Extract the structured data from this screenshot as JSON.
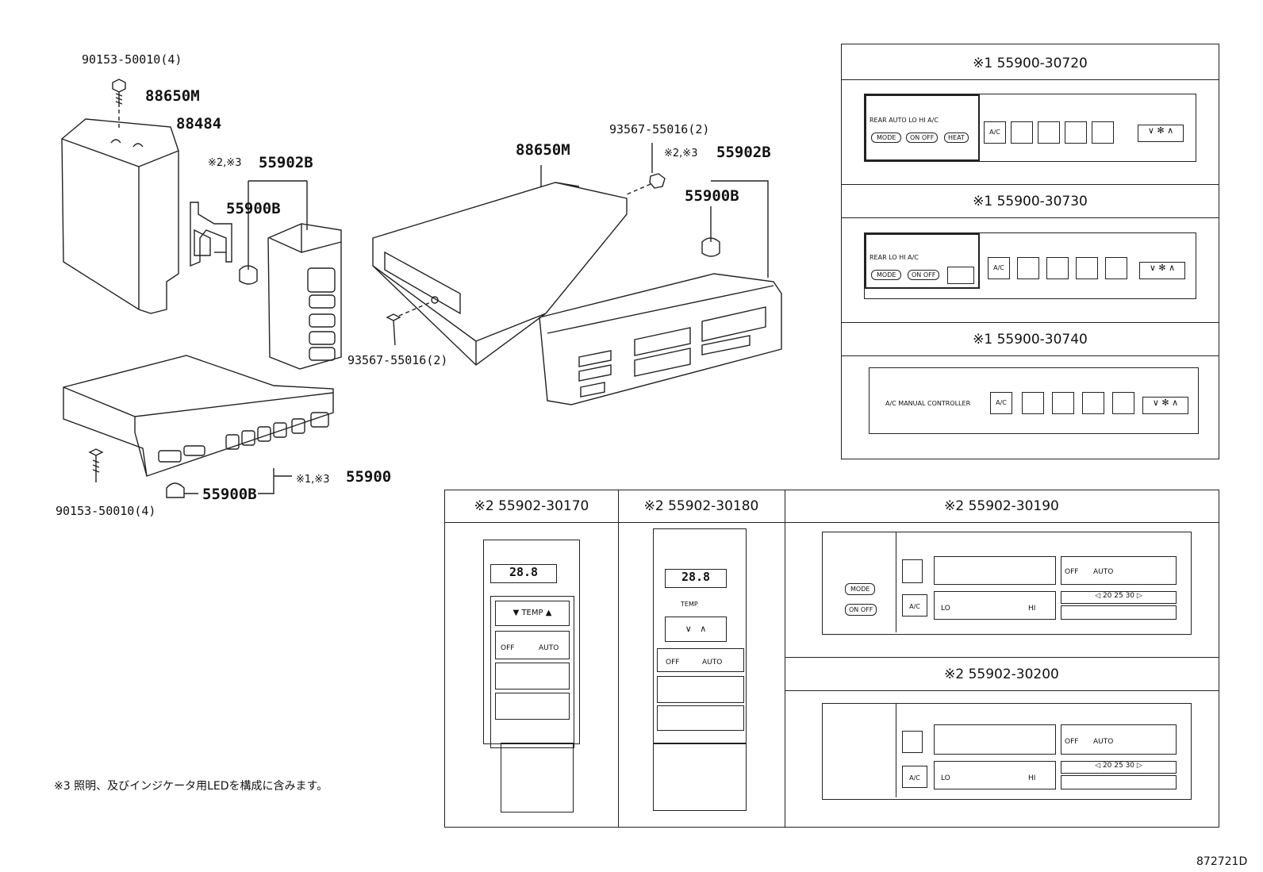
{
  "callouts": {
    "screw_top": "90153-50010(4)",
    "bracket_a": "88650M",
    "bracket_b": "88484",
    "panel_b_left": "55902B",
    "panel_b_left_ref": "※2,※3",
    "bulb_left": "55900B",
    "screw_mid": "93567-55016(2)",
    "bracket_mid": "88650M",
    "screw_right": "93567-55016(2)",
    "panel_b_right_ref": "※2,※3",
    "panel_b_right": "55902B",
    "bulb_right": "55900B",
    "unit_ref": "※1,※3",
    "unit_main": "55900",
    "bulb_bottom": "55900B",
    "screw_bottom": "90153-50010(4)"
  },
  "variants": {
    "v1": "※1 55900-30720",
    "v2": "※1 55900-30730",
    "v3": "※1 55900-30740",
    "v4": "※2 55902-30170",
    "v5": "※2 55902-30180",
    "v6": "※2 55902-30190",
    "v7": "※2 55902-30200"
  },
  "panel_text": {
    "rear_auto": "REAR  AUTO  LO  HI  A/C",
    "rear_lohi": "REAR       LO  HI  A/C",
    "mode": "MODE",
    "onoff": "ON OFF",
    "heat": "HEAT",
    "ac": "A/C",
    "manual": "A/C MANUAL CONTROLLER",
    "temp": "TEMP",
    "off": "OFF",
    "auto": "AUTO",
    "lo": "LO",
    "hi": "HI",
    "display": "28.8",
    "scale": "◁ 20   25   30 ▷"
  },
  "note": "※3 照明、及びインジケータ用LEDを構成に含みます。",
  "drawing_id": "872721D"
}
